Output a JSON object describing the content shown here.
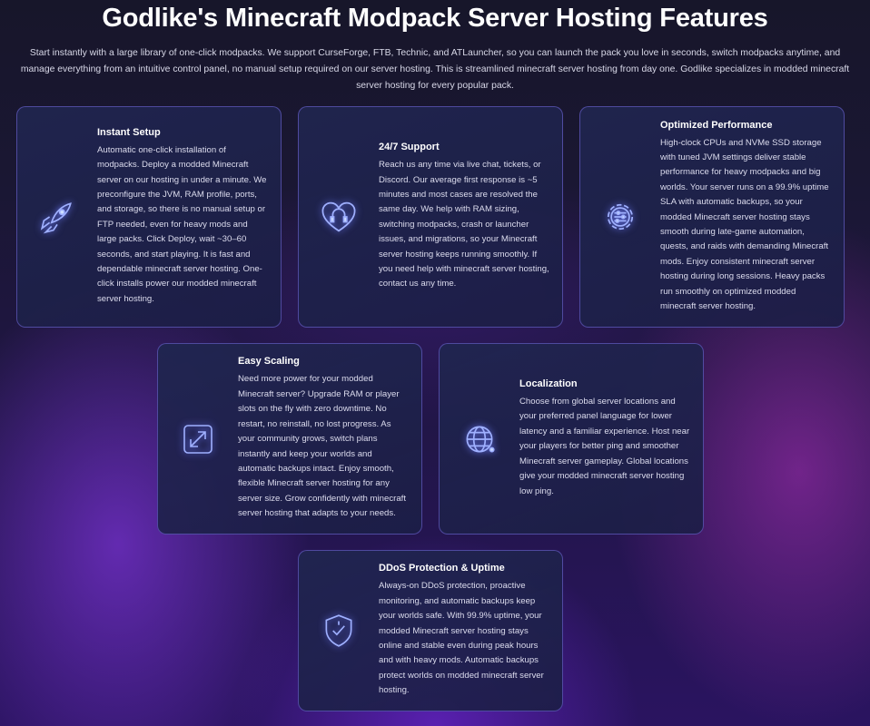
{
  "title": "Godlike's Minecraft Modpack Server Hosting Features",
  "intro": "Start instantly with a large library of one-click modpacks. We support CurseForge, FTB, Technic, and ATLauncher, so you can launch the pack you love in seconds, switch modpacks anytime, and manage everything from an intuitive control panel, no manual setup required on our server hosting. This is streamlined minecraft server hosting from day one. Godlike specializes in modded minecraft server hosting for every popular pack.",
  "features": [
    {
      "icon": "rocket-icon",
      "title": "Instant Setup",
      "body": "Automatic one-click installation of modpacks. Deploy a modded Minecraft server on our hosting in under a minute. We preconfigure the JVM, RAM profile, ports, and storage, so there is no manual setup or FTP needed, even for heavy mods and large packs. Click Deploy, wait ~30–60 seconds, and start playing. It is fast and dependable minecraft server hosting. One-click installs power our modded minecraft server hosting."
    },
    {
      "icon": "heart-headset-icon",
      "title": "24/7 Support",
      "body": "Reach us any time via live chat, tickets, or Discord. Our average first response is ~5 minutes and most cases are resolved the same day. We help with RAM sizing, switching modpacks, crash or launcher issues, and migrations, so your Minecraft server hosting keeps running smoothly. If you need help with minecraft server hosting, contact us any time."
    },
    {
      "icon": "gear-sliders-icon",
      "title": "Optimized Performance",
      "body": "High-clock CPUs and NVMe SSD storage with tuned JVM settings deliver stable performance for heavy modpacks and big worlds. Your server runs on a 99.9% uptime SLA with automatic backups, so your modded Minecraft server hosting stays smooth during late-game automation, quests, and raids with demanding Minecraft mods. Enjoy consistent minecraft server hosting during long sessions. Heavy packs run smoothly on optimized modded minecraft server hosting."
    },
    {
      "icon": "expand-arrows-icon",
      "title": "Easy Scaling",
      "body": "Need more power for your modded Minecraft server? Upgrade RAM or player slots on the fly with zero downtime. No restart, no reinstall, no lost progress. As your community grows, switch plans instantly and keep your worlds and automatic backups intact. Enjoy smooth, flexible Minecraft server hosting for any server size. Grow confidently with minecraft server hosting that adapts to your needs."
    },
    {
      "icon": "globe-icon",
      "title": "Localization",
      "body": "Choose from global server locations and your preferred panel language for lower latency and a familiar experience. Host near your players for better ping and smoother Minecraft server gameplay. Global locations give your modded minecraft server hosting low ping."
    },
    {
      "icon": "shield-icon",
      "title": "DDoS Protection & Uptime",
      "body": "Always-on DDoS protection, proactive monitoring, and automatic backups keep your worlds safe. With 99.9% uptime, your modded Minecraft server hosting stays online and stable even during peak hours and with heavy mods. Automatic backups protect worlds on modded minecraft server hosting."
    }
  ]
}
